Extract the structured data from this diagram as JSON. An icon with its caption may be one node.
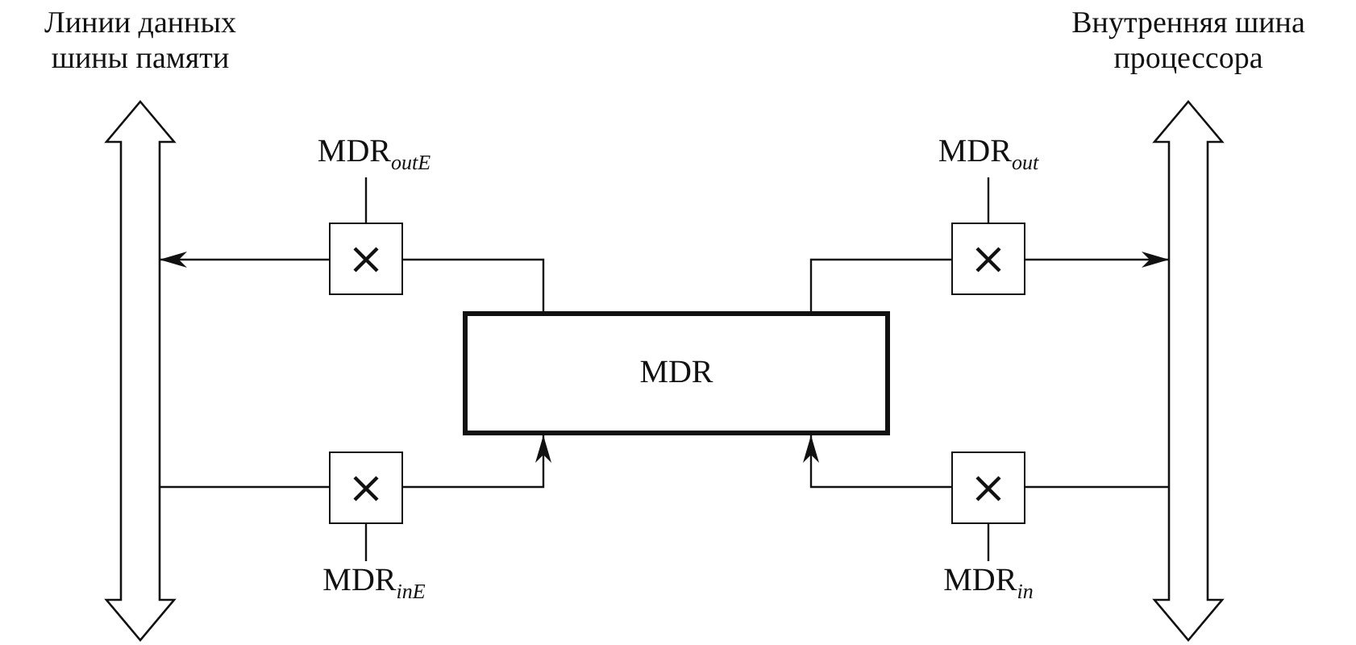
{
  "diagram": {
    "nodes": [
      {
        "text": [
          "Линии данных шины памяти"
        ]
      },
      {
        "text": [
          "Внутренняя шина процессора"
        ]
      },
      {
        "text": [
          "MDR"
        ]
      },
      {
        "text": [
          "MDR$_{outE}$"
        ]
      },
      {
        "text": [],
        "shape": "box"
      },
      {
        "text": [
          "MDR$_{out}$"
        ]
      },
      {
        "text": [],
        "shape": "box"
      },
      {
        "text": [],
        "shape": "box"
      },
      {
        "text": [
          "MDR$_{inE}$"
        ]
      },
      {
        "text": [],
        "shape": "box"
      },
      {
        "text": [
          "MDR$_{in}$"
        ]
      }
    ],
    "edges": [
      {
        "from": 2,
        "to": 4,
        "arrow": "none"
      },
      {
        "from": 4,
        "to": 0,
        "arrow": "to"
      },
      {
        "from": 2,
        "to": 6,
        "arrow": "none"
      },
      {
        "from": 6,
        "to": 1,
        "arrow": "to"
      },
      {
        "from": 0,
        "to": 7,
        "arrow": "none"
      },
      {
        "from": 7,
        "to": 2,
        "arrow": "to"
      },
      {
        "from": 1,
        "to": 9,
        "arrow": "none"
      },
      {
        "from": 9,
        "to": 2,
        "arrow": "to"
      },
      {
        "from": 3,
        "to": 4,
        "arrow": "none"
      },
      {
        "from": 5,
        "to": 6,
        "arrow": "none"
      },
      {
        "from": 7,
        "to": 8,
        "arrow": "none"
      },
      {
        "from": 9,
        "to": 10,
        "arrow": "none"
      }
    ]
  }
}
